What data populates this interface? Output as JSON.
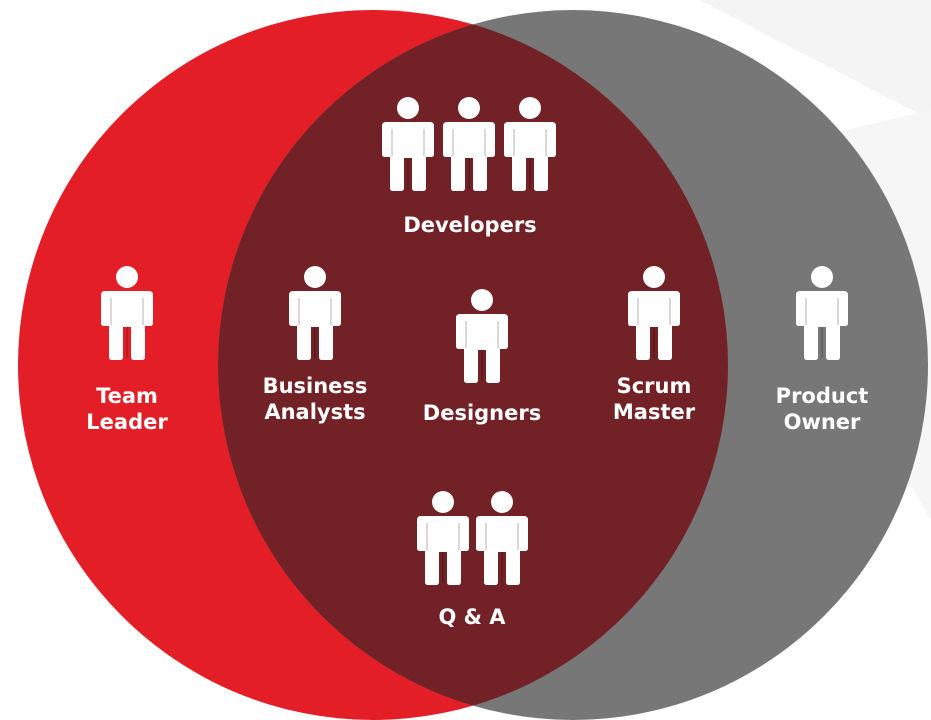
{
  "colors": {
    "left_circle": "#e31e26",
    "right_circle": "#777777",
    "overlap": "#722226",
    "person_icon": "#ffffff",
    "label_text": "#ffffff"
  },
  "diagram": {
    "type": "venn",
    "left_set": {
      "members": [
        {
          "id": "team-leader",
          "label_lines": [
            "Team",
            "Leader"
          ],
          "icon": "person-icon",
          "count": 1
        }
      ]
    },
    "overlap": {
      "members": [
        {
          "id": "developers",
          "label_lines": [
            "Developers"
          ],
          "icon": "person-icon",
          "count": 3
        },
        {
          "id": "business-analysts",
          "label_lines": [
            "Business",
            "Analysts"
          ],
          "icon": "person-icon",
          "count": 1
        },
        {
          "id": "designers",
          "label_lines": [
            "Designers"
          ],
          "icon": "person-icon",
          "count": 1
        },
        {
          "id": "scrum-master",
          "label_lines": [
            "Scrum",
            "Master"
          ],
          "icon": "person-icon",
          "count": 1
        },
        {
          "id": "qa",
          "label_lines": [
            "Q & A"
          ],
          "icon": "person-icon",
          "count": 2
        }
      ]
    },
    "right_set": {
      "members": [
        {
          "id": "product-owner",
          "label_lines": [
            "Product",
            "Owner"
          ],
          "icon": "person-icon",
          "count": 1
        }
      ]
    }
  }
}
